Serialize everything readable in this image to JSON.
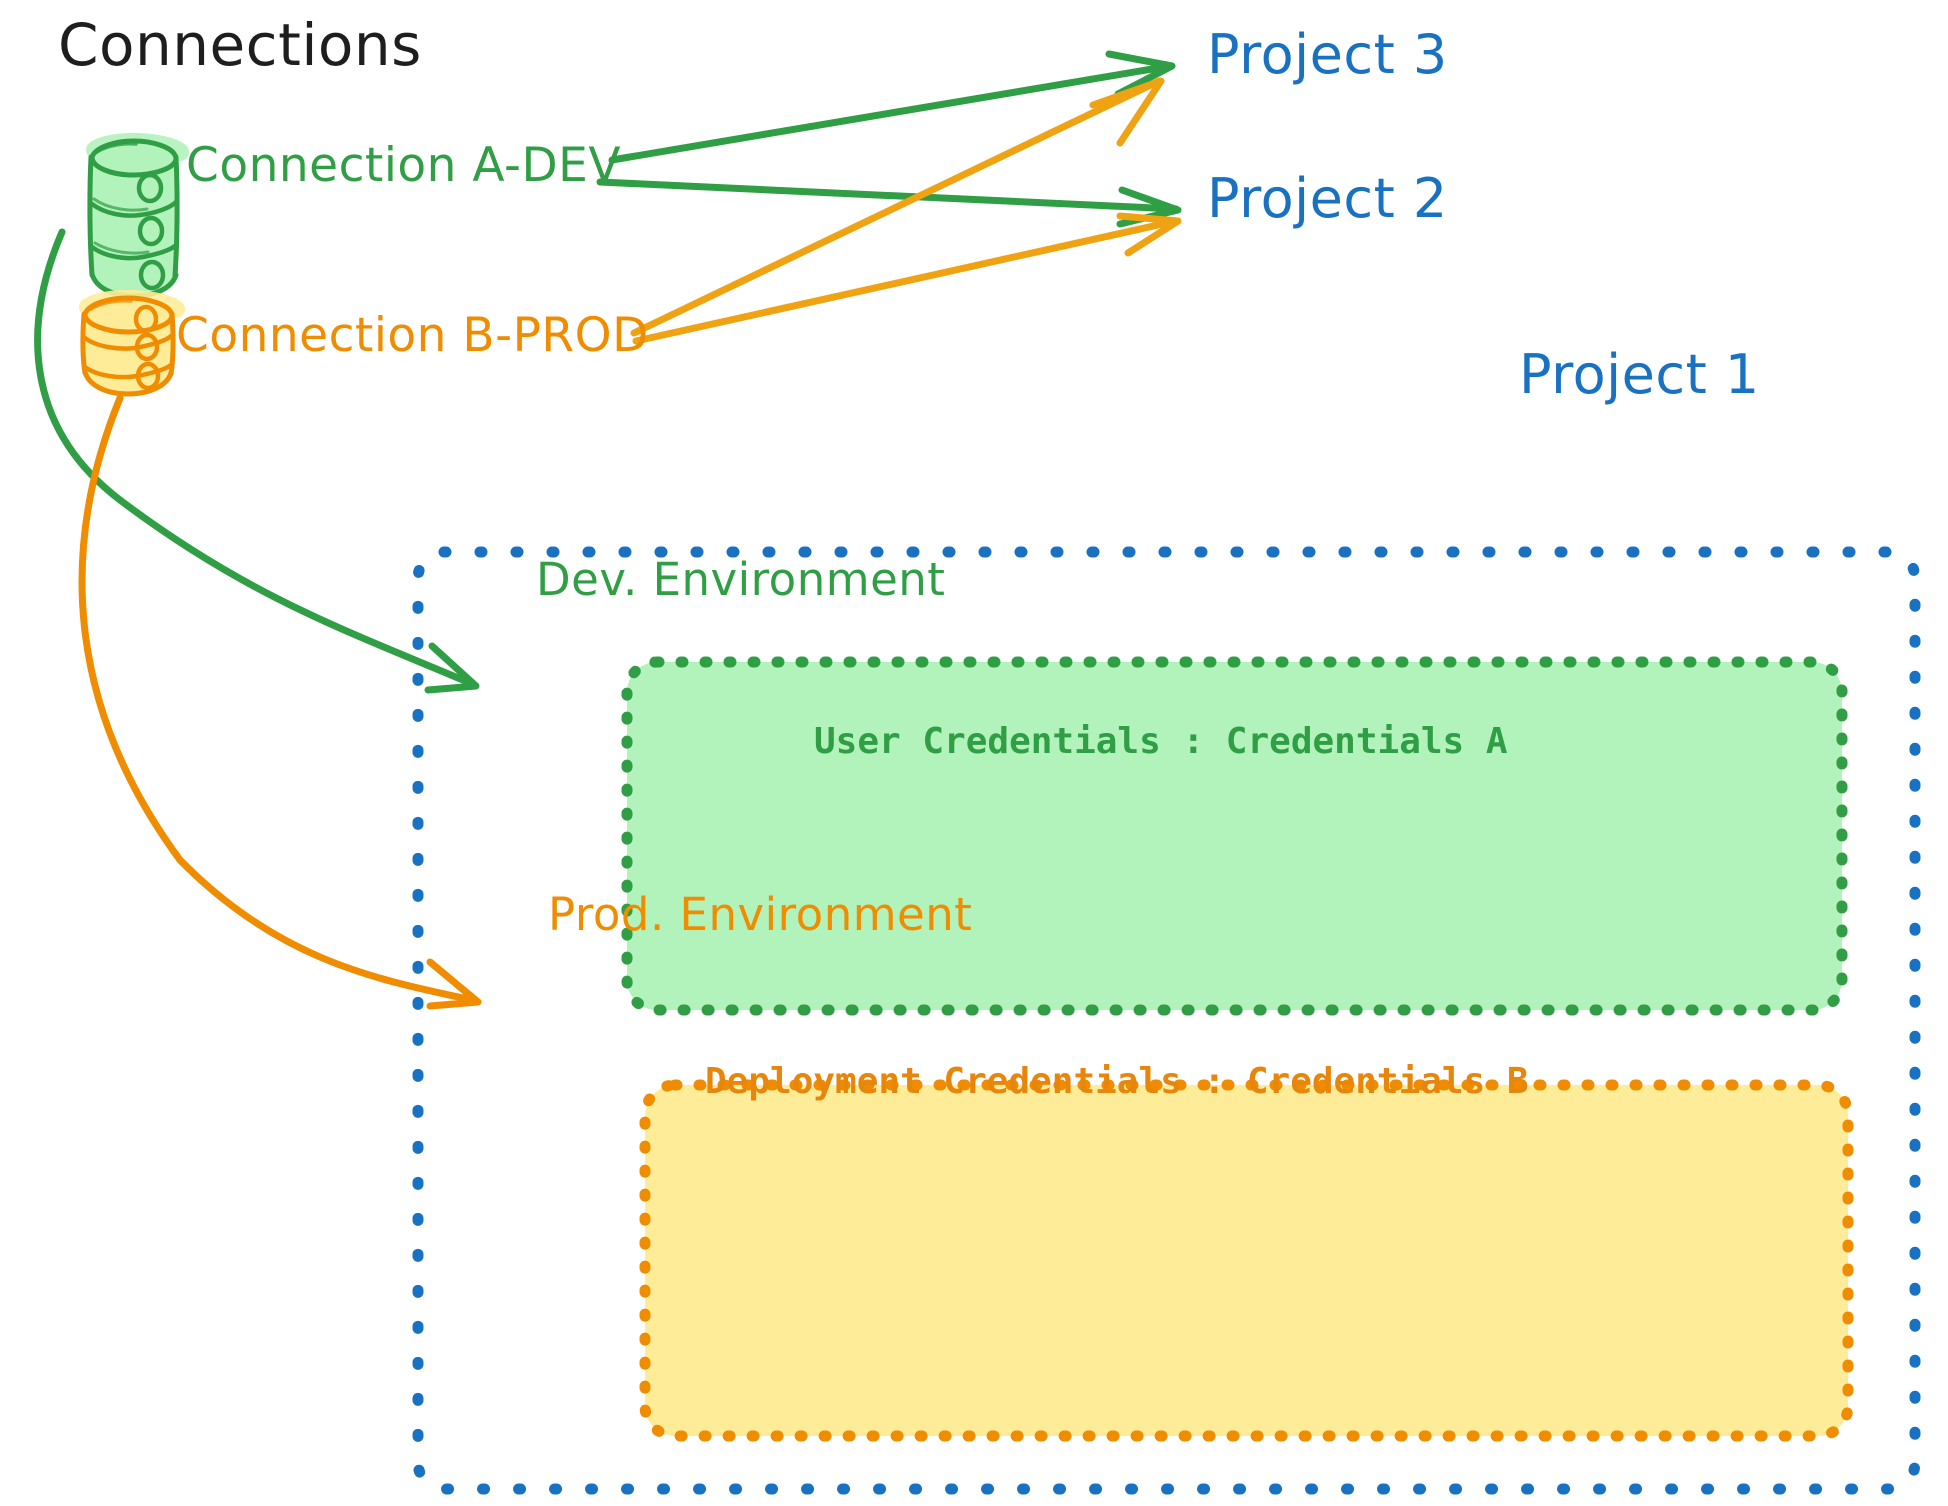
{
  "diagram": {
    "title": "Connections",
    "colors": {
      "green_stroke": "#2f9e44",
      "green_fill": "#b2f2bb",
      "orange_stroke": "#f08c00",
      "orange_fill": "#ffec99",
      "blue": "#1971c2",
      "black": "#1e1e1e",
      "background": "#ffffff"
    },
    "connections": [
      {
        "id": "connection-a-dev",
        "label": "Connection A-DEV",
        "icon": "database-cylinder-icon",
        "color": "#2f9e44"
      },
      {
        "id": "connection-b-prod",
        "label": "Connection B-PROD",
        "icon": "database-cylinder-icon",
        "color": "#f08c00"
      }
    ],
    "projects": [
      {
        "id": "project-3",
        "label": "Project 3",
        "color": "#1971c2"
      },
      {
        "id": "project-2",
        "label": "Project 2",
        "color": "#1971c2"
      },
      {
        "id": "project-1",
        "label": "Project 1",
        "color": "#1971c2"
      }
    ],
    "project_1_container": {
      "label": "Project 1",
      "border": "dotted",
      "border_color": "#1971c2",
      "environments": [
        {
          "id": "dev-environment",
          "title": "Dev. Environment",
          "credentials_label": "User Credentials",
          "credentials_separator": ":",
          "credentials_value": "Credentials A",
          "credentials_line": "User Credentials : Credentials A",
          "fill": "#b2f2bb",
          "stroke": "#2f9e44"
        },
        {
          "id": "prod-environment",
          "title": "Prod. Environment",
          "credentials_label": "Deployment Credentials",
          "credentials_separator": ":",
          "credentials_value": "Credentials B",
          "credentials_line": "Deployment Credentials : Credentials B",
          "fill": "#ffec99",
          "stroke": "#f08c00"
        }
      ]
    },
    "edges": [
      {
        "from": "connection-a-dev",
        "to": "project-3",
        "color": "#2f9e44"
      },
      {
        "from": "connection-a-dev",
        "to": "project-2",
        "color": "#2f9e44"
      },
      {
        "from": "connection-a-dev",
        "to": "dev-environment",
        "color": "#2f9e44"
      },
      {
        "from": "connection-b-prod",
        "to": "project-3",
        "color": "#f0a312"
      },
      {
        "from": "connection-b-prod",
        "to": "project-2",
        "color": "#f0a312"
      },
      {
        "from": "connection-b-prod",
        "to": "prod-environment",
        "color": "#f08c00"
      }
    ]
  }
}
